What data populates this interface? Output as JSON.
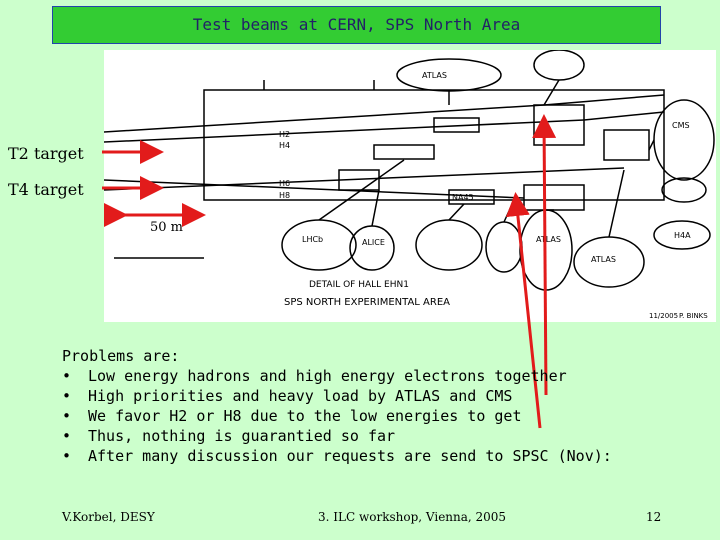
{
  "title": "Test beams at CERN, SPS North Area",
  "labels": {
    "t2": "T2 target",
    "t4": "T4 target",
    "scale": "50 m"
  },
  "diagram": {
    "detail": "DETAIL OF HALL EHN1",
    "area": "SPS NORTH EXPERIMENTAL AREA",
    "beams": {
      "h2": "H2",
      "h4": "H4",
      "h6": "H6",
      "h8": "H8",
      "h4a": "H4A"
    },
    "boxes": {
      "atlas_top": "ATLAS",
      "alice": "ALICE",
      "na45": "NA45",
      "lhcb": "LHCb",
      "cms": "CMS",
      "atlas_right": "ATLAS",
      "atlas_mid": "ATLAS"
    },
    "corner": {
      "left": "11/2005",
      "right": "P. BINKS"
    }
  },
  "problems": {
    "heading": "Problems are:",
    "items": [
      "Low energy hadrons and high energy electrons together",
      "High priorities and heavy load by ATLAS and CMS",
      "We favor H2 or H8 due to the low energies to get",
      "Thus, nothing is guarantied so far",
      "After many discussion our requests are send to SPSC (Nov):"
    ]
  },
  "footer": {
    "author": "V.Korbel, DESY",
    "event": "3. ILC workshop, Vienna, 2005",
    "page": "12"
  },
  "colors": {
    "background": "#ccffcc",
    "title_bar": "#33cc33",
    "arrow": "#e21b1b"
  }
}
